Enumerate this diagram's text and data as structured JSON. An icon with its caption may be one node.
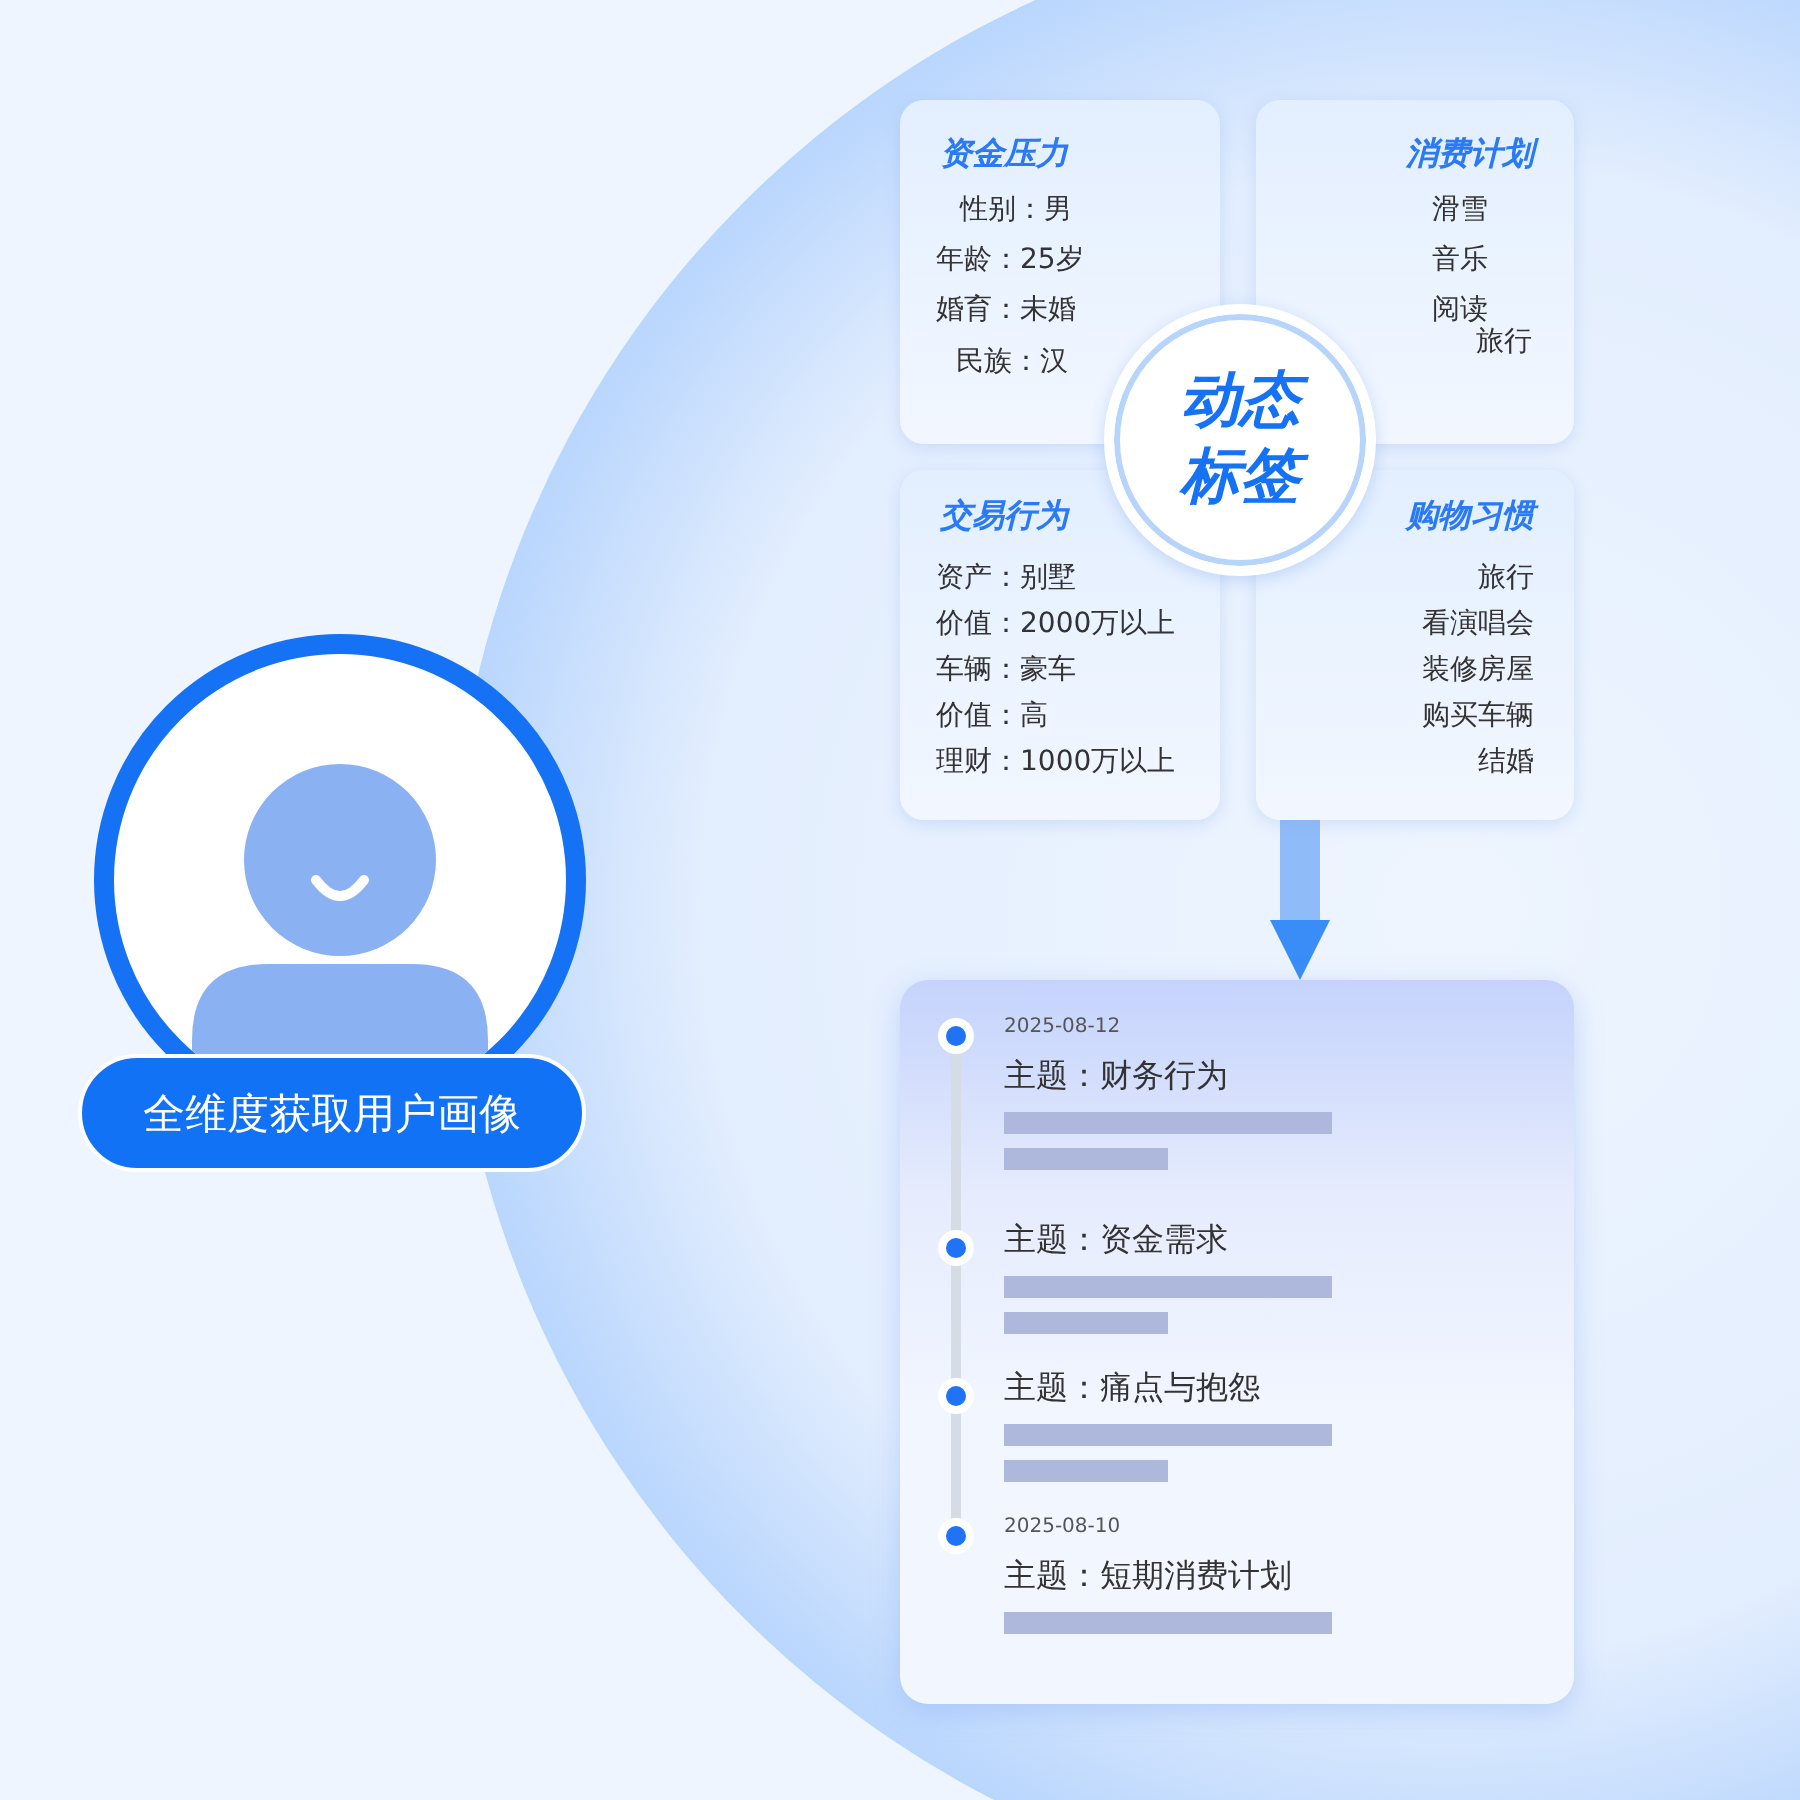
{
  "diagram": {
    "nodes": [
      {
        "text": [
          "全维度获取用户画像"
        ]
      },
      {
        "text": [
          "资金压力",
          "性别：男",
          "年龄：25岁",
          "婚育：未婚",
          "民族：汉"
        ]
      },
      {
        "text": [
          "消费计划",
          "滑雪",
          "音乐",
          "阅读",
          "旅行"
        ]
      },
      {
        "text": [
          "交易行为",
          "资产：别墅",
          "价值：2000万以上",
          "车辆：豪车",
          "价值：高",
          "理财：1000万以上"
        ]
      },
      {
        "text": [
          "购物习惯",
          "旅行",
          "看演唱会",
          "装修房屋",
          "购买车辆",
          "结婚"
        ]
      },
      {
        "text": [
          "动态标签"
        ]
      },
      {
        "text": [],
        "shape": "box"
      },
      {
        "text": [
          "2025-08-12",
          "主题：财务行为"
        ],
        "in": 6
      },
      {
        "text": [
          "主题：资金需求"
        ],
        "in": 6
      },
      {
        "text": [
          "主题：痛点与抱怨"
        ],
        "in": 6
      },
      {
        "text": [
          "2025-08-10",
          "主题：短期消费计划"
        ],
        "in": 6
      }
    ],
    "edges": [
      {
        "from": 4,
        "to": 6,
        "arrow": "to"
      }
    ]
  }
}
